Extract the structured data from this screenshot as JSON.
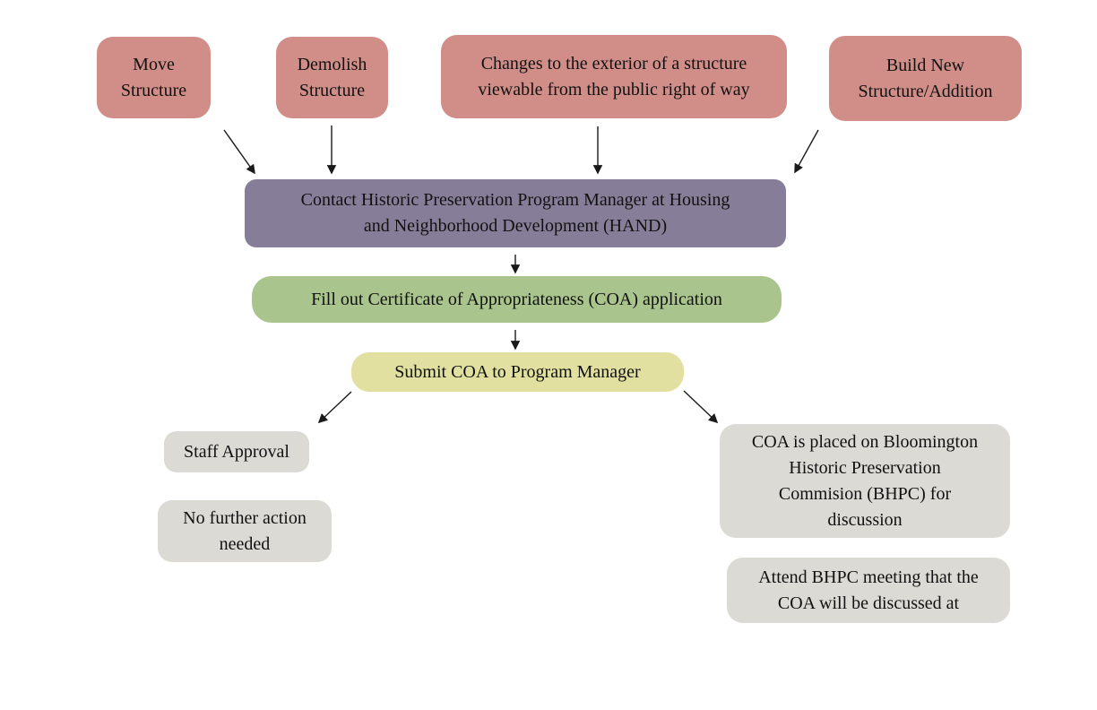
{
  "diagram_type": "flowchart",
  "colors": {
    "trigger_box": "#d18e88",
    "contact_box": "#867e98",
    "fill_box": "#a9c48c",
    "submit_box": "#e1e0a0",
    "outcome_box": "#dcdad4",
    "arrow": "#1a1a1a",
    "text": "#111111",
    "background": "#ffffff"
  },
  "nodes": {
    "move_structure": {
      "label": "Move\nStructure"
    },
    "demolish_structure": {
      "label": "Demolish\nStructure"
    },
    "exterior_changes": {
      "label": "Changes to the exterior of a structure\nviewable from the public right of way"
    },
    "build_new": {
      "label": "Build New\nStructure/Addition"
    },
    "contact_hand": {
      "label": "Contact Historic Preservation Program Manager at Housing\nand Neighborhood Development (HAND)"
    },
    "fill_coa": {
      "label": "Fill out Certificate of Appropriateness (COA) application"
    },
    "submit_coa": {
      "label": "Submit COA to Program Manager"
    },
    "staff_approval": {
      "label": "Staff Approval"
    },
    "no_further_action": {
      "label": "No further action\nneeded"
    },
    "coa_bhpc": {
      "label": "COA is placed on Bloomington\nHistoric Preservation\nCommision (BHPC) for\ndiscussion"
    },
    "attend_bhpc": {
      "label": "Attend BHPC meeting that the\nCOA will be discussed at"
    }
  },
  "edges": [
    {
      "from": "move_structure",
      "to": "contact_hand"
    },
    {
      "from": "demolish_structure",
      "to": "contact_hand"
    },
    {
      "from": "exterior_changes",
      "to": "contact_hand"
    },
    {
      "from": "build_new",
      "to": "contact_hand"
    },
    {
      "from": "contact_hand",
      "to": "fill_coa"
    },
    {
      "from": "fill_coa",
      "to": "submit_coa"
    },
    {
      "from": "submit_coa",
      "to": "staff_approval"
    },
    {
      "from": "submit_coa",
      "to": "coa_bhpc"
    }
  ]
}
